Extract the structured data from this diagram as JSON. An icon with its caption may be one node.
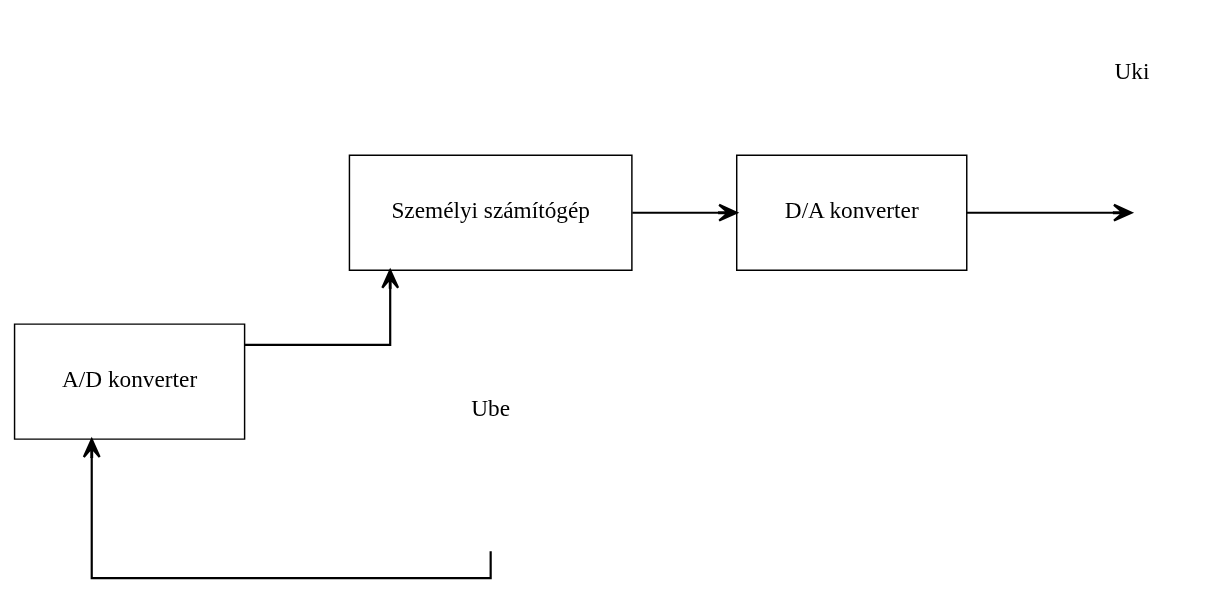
{
  "diagram": {
    "nodes": [
      {
        "text": [
          "A/D konverter"
        ]
      },
      {
        "text": [
          "Személyi számítógép"
        ]
      },
      {
        "text": [
          "D/A konverter"
        ]
      }
    ],
    "edges": [
      {
        "from": null,
        "to": 0,
        "arrow": "to"
      },
      {
        "from": 0,
        "to": 1,
        "arrow": "to"
      },
      {
        "from": 1,
        "to": 2,
        "arrow": "to"
      },
      {
        "from": 2,
        "to": null,
        "arrow": "to"
      }
    ],
    "labels": [
      "Ube",
      "Uki"
    ]
  }
}
